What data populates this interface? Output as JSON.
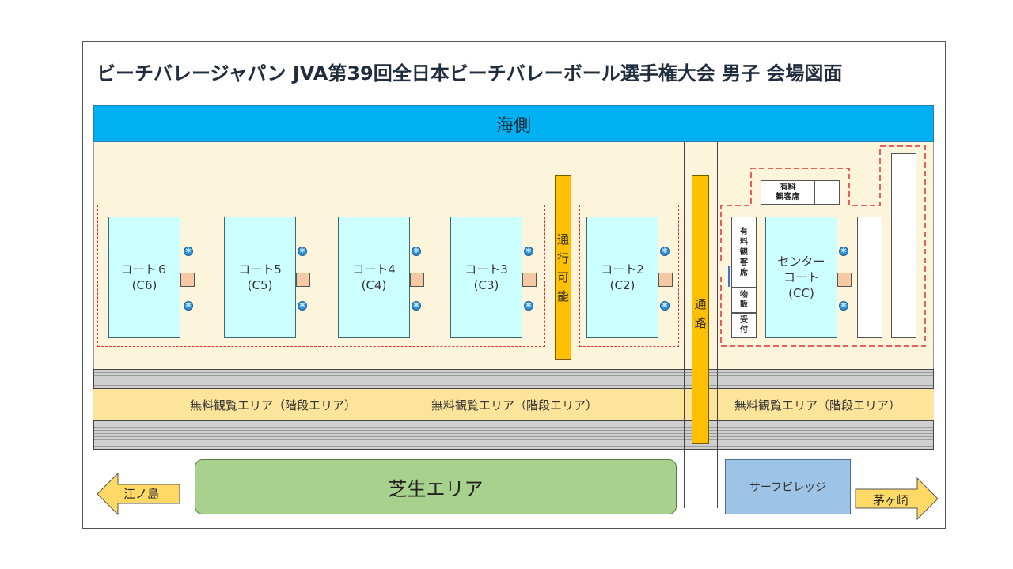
{
  "title": "ビーチバレージャパン JVA第39回全日本ビーチバレーボール選手権大会 男子 会場図面",
  "sea_label": "海側",
  "passage_label": [
    "通",
    "行",
    "可",
    "能"
  ],
  "road_label": [
    "通",
    "路"
  ],
  "courts": [
    {
      "name": "コート６",
      "code": "(C6)"
    },
    {
      "name": "コート5",
      "code": "(C5)"
    },
    {
      "name": "コート4",
      "code": "(C4)"
    },
    {
      "name": "コート3",
      "code": "(C3)"
    },
    {
      "name": "コート2",
      "code": "(C2)"
    }
  ],
  "center_court": {
    "line1": "センター",
    "line2": "コート",
    "code": "(CC)"
  },
  "paid_seats_top": {
    "line1": "有料",
    "line2": "観客席"
  },
  "paid_seats_side": [
    "有",
    "料",
    "観",
    "客",
    "席"
  ],
  "merch": [
    "物",
    "販"
  ],
  "reception": [
    "受",
    "付"
  ],
  "free_area_labels": [
    "無料観覧エリア（階段エリア）",
    "無料観覧エリア（階段エリア）",
    "無料観覧エリア（階段エリア）"
  ],
  "lawn_label": "芝生エリア",
  "surf_village_label": "サーフビレッジ",
  "left_arrow_label": "江ノ島",
  "right_arrow_label": "茅ヶ崎",
  "colors": {
    "sea": "#00b0f0",
    "sand": "#fdf4dc",
    "court": "#ccffff",
    "passage": "#ffc000",
    "free_area": "#fde49b",
    "lawn": "#a9d18e",
    "surf_village": "#9dc3e6",
    "dashed_zone": "#e03030"
  }
}
